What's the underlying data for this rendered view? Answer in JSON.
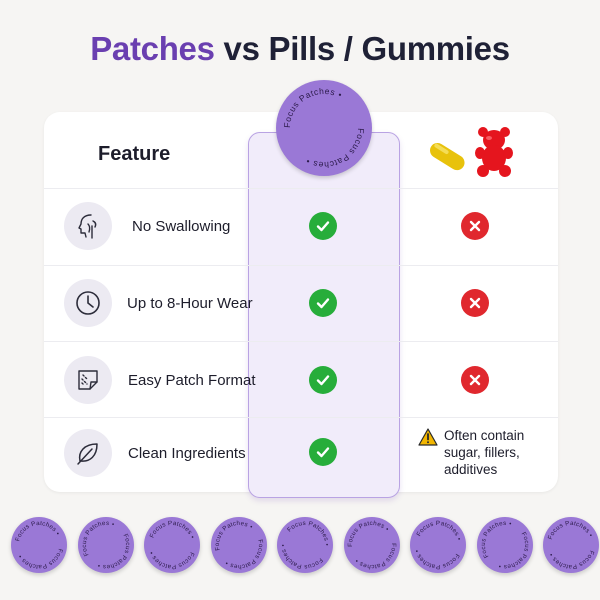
{
  "title": {
    "part1": "Patches",
    "part2": "vs Pills / Gummies"
  },
  "header": {
    "feature_label": "Feature"
  },
  "patch_text": "Focus Patches",
  "rows": [
    {
      "label": "No Swallowing",
      "icon": "swallow-icon",
      "patch": "check",
      "pills": "cross"
    },
    {
      "label": "Up to 8-Hour Wear",
      "icon": "clock-icon",
      "patch": "check",
      "pills": "cross"
    },
    {
      "label": "Easy Patch Format",
      "icon": "patch-format-icon",
      "patch": "check",
      "pills": "cross"
    },
    {
      "label": "Clean Ingredients",
      "icon": "leaf-icon",
      "patch": "check",
      "pills": "warning"
    }
  ],
  "warning": {
    "lines": [
      "Often contain",
      "sugar, fillers,",
      "additives"
    ]
  },
  "colors": {
    "accent": "#6a3fb0",
    "patch": "#9a78d6",
    "check": "#27ad3a",
    "cross": "#e0282e",
    "warning": "#f2b600"
  }
}
